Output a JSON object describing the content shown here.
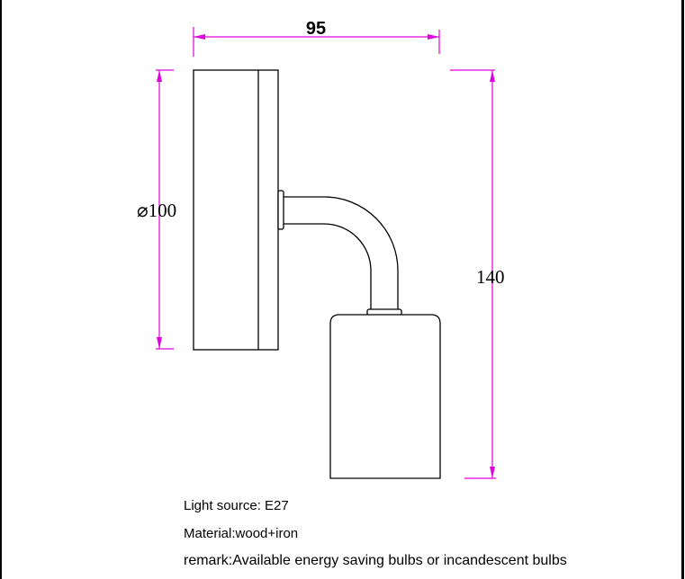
{
  "dimensions": {
    "width_label": "95",
    "diameter_label": "⌀100",
    "height_label": "140"
  },
  "specs": {
    "light_source": "Light source: E27",
    "material": "Material:wood+iron",
    "remark": "remark:Available energy saving bulbs or incandescent bulbs"
  },
  "colors": {
    "dimension_line": "#e000e0",
    "outline": "#000000"
  }
}
